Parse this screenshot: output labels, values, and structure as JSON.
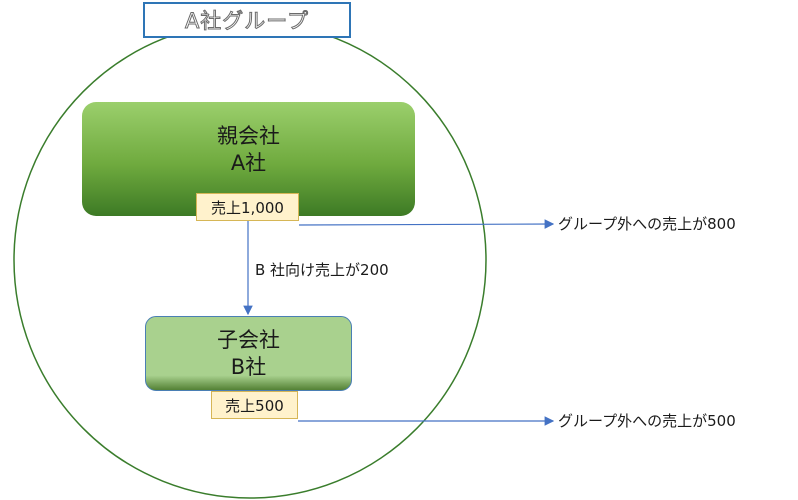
{
  "group": {
    "title": "A社グループ"
  },
  "parent": {
    "line1": "親会社",
    "line2": "A社",
    "sales": "売上1,000"
  },
  "child": {
    "line1": "子会社",
    "line2": "B社",
    "sales": "売上500"
  },
  "flows": {
    "intragroup": "B 社向け売上が200",
    "parent_external": "グループ外への売上が800",
    "child_external": "グループ外への売上が500"
  },
  "colors": {
    "group_circle": "#3a7d2c",
    "title_border": "#2e75b6",
    "arrow": "#4472c4",
    "sales_tag_fill": "#fff2cc"
  }
}
